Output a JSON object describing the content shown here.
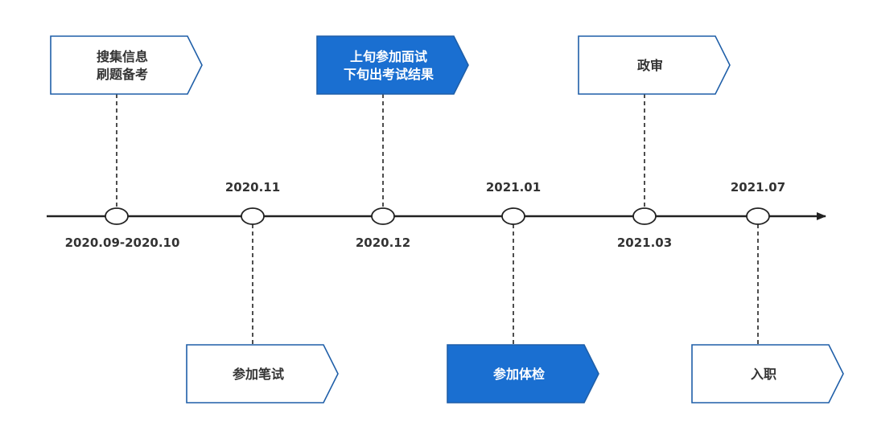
{
  "colors": {
    "line": "#222222",
    "box_stroke": "#1f5fa8",
    "box_fill_highlight": "#1a6fd1",
    "text_dark": "#333333",
    "text_light": "#ffffff"
  },
  "timeline": {
    "milestones": [
      {
        "date": "2020.09-2020.10",
        "label_lines": [
          "搜集信息",
          "刷题备考"
        ],
        "highlight": false
      },
      {
        "date": "2020.11",
        "label_lines": [
          "参加笔试"
        ],
        "highlight": false
      },
      {
        "date": "2020.12",
        "label_lines": [
          "上旬参加面试",
          "下旬出考试结果"
        ],
        "highlight": true
      },
      {
        "date": "2021.01",
        "label_lines": [
          "参加体检"
        ],
        "highlight": true
      },
      {
        "date": "2021.03",
        "label_lines": [
          "政审"
        ],
        "highlight": false
      },
      {
        "date": "2021.07",
        "label_lines": [
          "入职"
        ],
        "highlight": false
      }
    ]
  }
}
